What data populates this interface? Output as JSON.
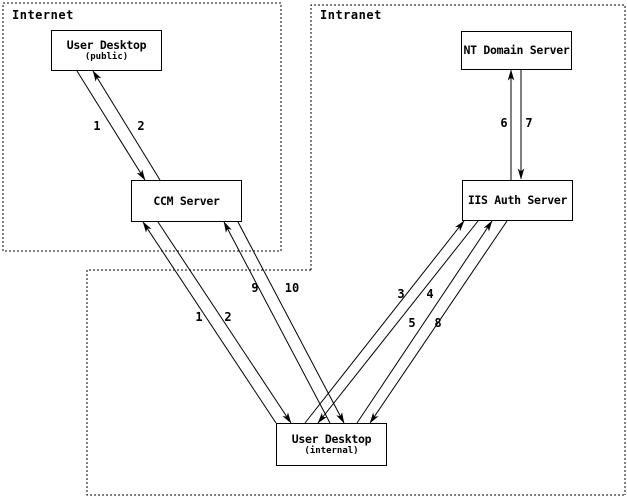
{
  "colors": {
    "background": "#ffffff",
    "line": "#000000",
    "text": "#000000"
  },
  "zones": [
    {
      "id": "internet",
      "label": "Internet"
    },
    {
      "id": "intranet",
      "label": "Intranet"
    },
    {
      "id": "internal-lan",
      "label": ""
    }
  ],
  "nodes": [
    {
      "id": "user-desktop-public",
      "title": "User Desktop",
      "subtitle": "(public)"
    },
    {
      "id": "ccm-server",
      "title": "CCM Server",
      "subtitle": ""
    },
    {
      "id": "nt-domain-server",
      "title": "NT Domain Server",
      "subtitle": ""
    },
    {
      "id": "iis-auth-server",
      "title": "IIS Auth Server",
      "subtitle": ""
    },
    {
      "id": "user-desktop-internal",
      "title": "User Desktop",
      "subtitle": "(internal)"
    }
  ],
  "edges": [
    {
      "label": "1",
      "from": "user-desktop-public",
      "to": "ccm-server"
    },
    {
      "label": "2",
      "from": "ccm-server",
      "to": "user-desktop-public"
    },
    {
      "label": "1",
      "from": "user-desktop-internal",
      "to": "ccm-server"
    },
    {
      "label": "2",
      "from": "ccm-server",
      "to": "user-desktop-internal"
    },
    {
      "label": "9",
      "from": "user-desktop-internal",
      "to": "ccm-server"
    },
    {
      "label": "10",
      "from": "ccm-server",
      "to": "user-desktop-internal"
    },
    {
      "label": "3",
      "from": "user-desktop-internal",
      "to": "iis-auth-server"
    },
    {
      "label": "4",
      "from": "iis-auth-server",
      "to": "user-desktop-internal"
    },
    {
      "label": "5",
      "from": "user-desktop-internal",
      "to": "iis-auth-server"
    },
    {
      "label": "8",
      "from": "iis-auth-server",
      "to": "user-desktop-internal"
    },
    {
      "label": "6",
      "from": "iis-auth-server",
      "to": "nt-domain-server"
    },
    {
      "label": "7",
      "from": "nt-domain-server",
      "to": "iis-auth-server"
    }
  ]
}
